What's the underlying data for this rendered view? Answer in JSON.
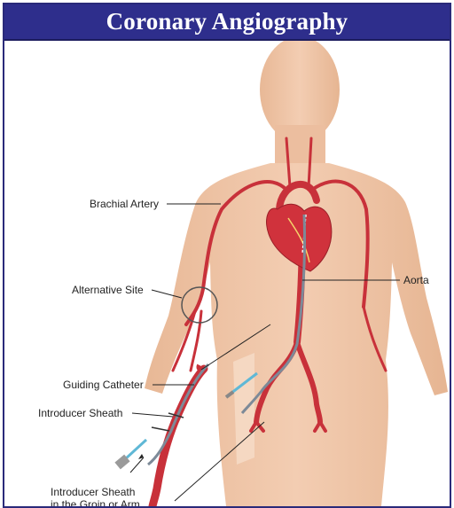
{
  "title": "Coronary Angiography",
  "labels": {
    "brachial_artery": "Brachial Artery",
    "alternative_site": "Alternative Site",
    "aorta": "Aorta",
    "guiding_catheter": "Guiding Catheter",
    "introducer_sheath": "Introducer Sheath",
    "introducer_sheath_groin_line1": "Introducer Sheath",
    "introducer_sheath_groin_line2": "in the Groin or Arm"
  },
  "colors": {
    "title_bar": "#2e2e8c",
    "skin": "#f1c7a9",
    "artery": "#c8313a",
    "catheter": "#7d8a98"
  }
}
